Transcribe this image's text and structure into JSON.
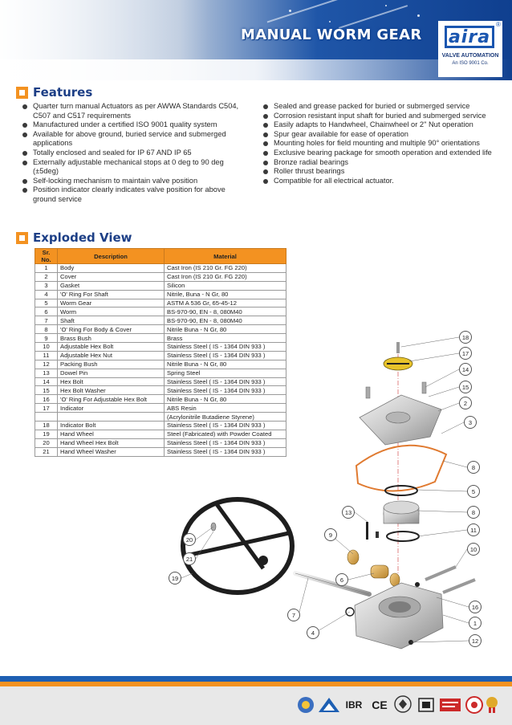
{
  "header": {
    "title": "MANUAL WORM GEAR",
    "logo_text": "aira",
    "logo_reg": "®",
    "logo_sub1": "VALVE AUTOMATION",
    "logo_sub2": "An ISO 9001 Co."
  },
  "features": {
    "heading": "Features",
    "left": [
      "Quarter turn manual Actuators as per AWWA Standards C504, C507 and C517 requirements",
      "Manufactured under a certified ISO 9001 quality system",
      "Available for above ground, buried service and submerged applications",
      "Totally enclosed and sealed for IP 67 AND IP 65",
      "Externally adjustable mechanical stops  at 0 deg to 90 deg (±5deg)",
      "Self-locking mechanism to maintain valve position",
      "Position indicator clearly indicates valve position for above ground service"
    ],
    "right": [
      "Sealed and grease packed for buried or submerged service",
      "Corrosion resistant input shaft for buried and submerged service",
      "Easily adapts to Handwheel, Chainwheel or 2\" Nut operation",
      "Spur gear available for ease of operation",
      "Mounting holes for field mounting and multiple 90° orientations",
      "Exclusive bearing package for smooth operation and extended life",
      "Bronze radial bearings",
      "Roller thrust bearings",
      "Compatible for all electrical actuator."
    ]
  },
  "exploded": {
    "heading": "Exploded View",
    "columns": [
      "Sr. No.",
      "Description",
      "Material"
    ],
    "rows": [
      [
        "1",
        "Body",
        "Cast Iron (IS 210 Gr. FG 220)"
      ],
      [
        "2",
        "Cover",
        "Cast Iron (IS 210 Gr. FG 220)"
      ],
      [
        "3",
        "Gasket",
        "Silicon"
      ],
      [
        "4",
        "'O' Ring For Shaft",
        "Nitrile, Buna - N Gr, 80"
      ],
      [
        "5",
        "Worm Gear",
        "ASTM A 536 Gr, 65-45-12"
      ],
      [
        "6",
        "Worm",
        "BS-970-90, EN - 8, 080M40"
      ],
      [
        "7",
        "Shaft",
        "BS-970-90, EN - 8, 080M40"
      ],
      [
        "8",
        "'O' Ring For Body & Cover",
        "Nitrile Buna - N Gr, 80"
      ],
      [
        "9",
        "Brass Bush",
        "Brass"
      ],
      [
        "10",
        "Adjustable Hex Bolt",
        "Stainless Steel ( IS - 1364 DIN 933 )"
      ],
      [
        "11",
        "Adjustable Hex Nut",
        "Stainless Steel ( IS - 1364 DIN 933 )"
      ],
      [
        "12",
        "Packing Bush",
        "Nitrile Buna - N Gr, 80"
      ],
      [
        "13",
        "Dowel Pin",
        "Spring Steel"
      ],
      [
        "14",
        "Hex Bolt",
        "Stainless Steel ( IS - 1364 DIN 933 )"
      ],
      [
        "15",
        "Hex Bolt Washer",
        "Stainless Steel ( IS - 1364 DIN 933 )"
      ],
      [
        "16",
        "'O' Ring For Adjustable Hex Bolt",
        "Nitrile Buna - N Gr, 80"
      ],
      [
        "17",
        "Indicator",
        "ABS Resin"
      ],
      [
        "",
        "",
        "(Acrylonitrile Butadiene Styrene)"
      ],
      [
        "18",
        "Indicator Bolt",
        "Stainless Steel ( IS - 1364 DIN 933 )"
      ],
      [
        "19",
        "Hand Wheel",
        "Steel (Fabricated) with Powder Coated"
      ],
      [
        "20",
        "Hand Wheel Hex Bolt",
        "Stainless Steel ( IS - 1364 DIN 933 )"
      ],
      [
        "21",
        "Hand Wheel Washer",
        "Stainless Steel ( IS - 1364 DIN 933 )"
      ]
    ],
    "callouts": [
      "18",
      "17",
      "14",
      "15",
      "2",
      "3",
      "8",
      "5",
      "8",
      "11",
      "10",
      "13",
      "9",
      "6",
      "20",
      "21",
      "19",
      "7",
      "4",
      "16",
      "1",
      "12"
    ]
  },
  "footer": {
    "certs": [
      "IBR",
      "CE"
    ],
    "colors": {
      "blue": "#1d5fb3",
      "orange": "#f39221"
    }
  }
}
